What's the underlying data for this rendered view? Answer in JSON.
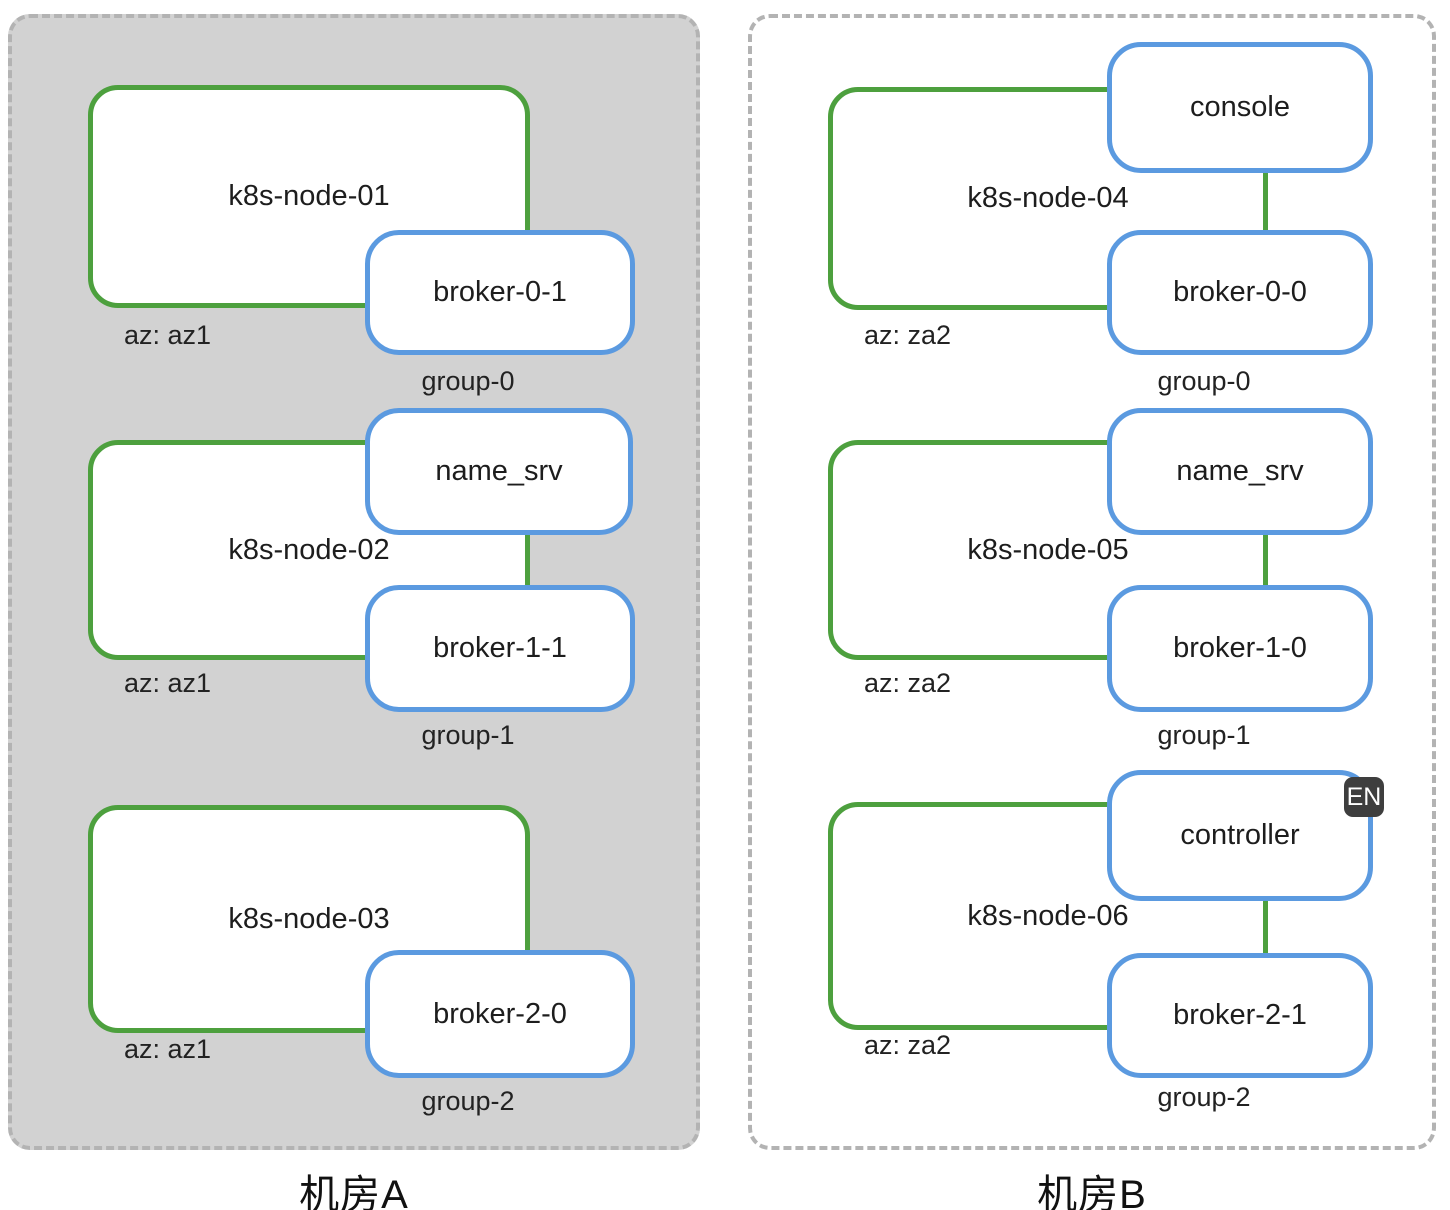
{
  "rooms": [
    {
      "title": "机房A",
      "units": [
        {
          "node": "k8s-node-01",
          "pods": [
            "broker-0-1"
          ],
          "az": "az: az1",
          "group": "group-0"
        },
        {
          "node": "k8s-node-02",
          "pods": [
            "name_srv",
            "broker-1-1"
          ],
          "az": "az: az1",
          "group": "group-1"
        },
        {
          "node": "k8s-node-03",
          "pods": [
            "broker-2-0"
          ],
          "az": "az: az1",
          "group": "group-2"
        }
      ]
    },
    {
      "title": "机房B",
      "units": [
        {
          "node": "k8s-node-04",
          "pods": [
            "console",
            "broker-0-0"
          ],
          "az": "az: za2",
          "group": "group-0"
        },
        {
          "node": "k8s-node-05",
          "pods": [
            "name_srv",
            "broker-1-0"
          ],
          "az": "az: za2",
          "group": "group-1"
        },
        {
          "node": "k8s-node-06",
          "pods": [
            "controller",
            "broker-2-1"
          ],
          "az": "az: za2",
          "group": "group-2"
        }
      ]
    }
  ],
  "overlay": {
    "ime_indicator": "EN"
  },
  "colors": {
    "node_border": "#4da03e",
    "pod_border": "#5b9ae0",
    "room_a_bg": "#d2d2d2",
    "room_border": "#b3b3b3",
    "text": "#1d1d1d",
    "ime_bg": "#3e3e3e"
  }
}
